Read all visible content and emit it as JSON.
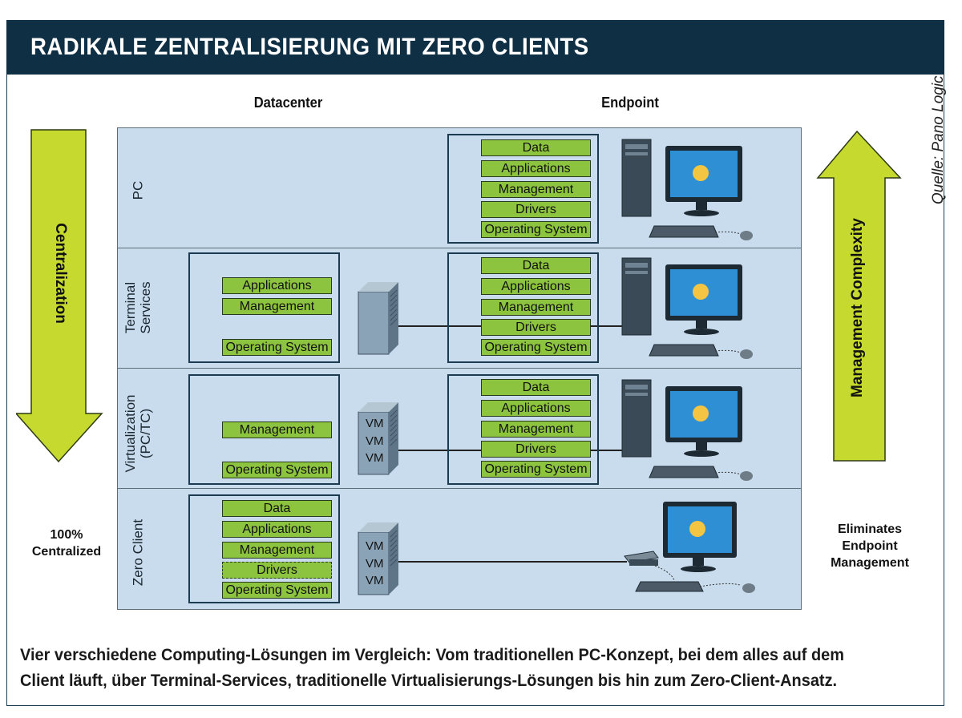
{
  "header": {
    "title": "RADIKALE ZENTRALISIERUNG MIT ZERO CLIENTS"
  },
  "columns": {
    "datacenter": "Datacenter",
    "endpoint": "Endpoint"
  },
  "source": "Quelle: Pano Logic",
  "arrows": {
    "left": "Centralization",
    "right": "Management Complexity",
    "left_color": "#c5d92f",
    "right_color": "#c5d92f"
  },
  "rows": [
    {
      "label": "PC"
    },
    {
      "label": "Terminal\nServices"
    },
    {
      "label": "Virtualization\n(PC/TC)"
    },
    {
      "label": "Zero Client"
    }
  ],
  "stack": {
    "data": "Data",
    "applications": "Applications",
    "management": "Management",
    "drivers": "Drivers",
    "os": "Operating System"
  },
  "vm": "VM",
  "notes": {
    "left_bottom": "100%\nCentralized",
    "right_bottom": "Eliminates\nEndpoint\nManagement"
  },
  "caption": "Vier verschiedene Computing-Lösungen im Vergleich: Vom traditionellen PC-Konzept, bei dem alles auf dem Client läuft, über Terminal-Services, traditionelle Virtualisierungs-Lösungen bis hin zum Zero-Client-Ansatz.",
  "colors": {
    "title_bg": "#0f2f45",
    "band_bg": "#c9dced",
    "box_green": "#8dc43f"
  }
}
